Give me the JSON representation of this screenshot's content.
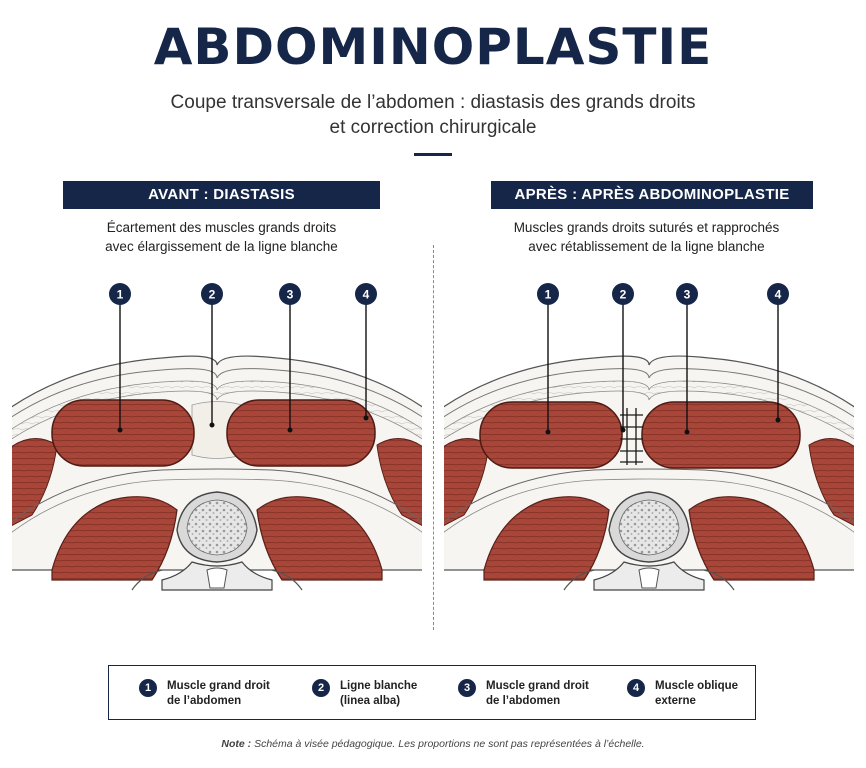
{
  "title": "ABDOMINOPLASTIE",
  "subtitle": {
    "line1": "Coupe transversale de l’abdomen : diastasis des grands droits",
    "line2": "et correction chirurgicale"
  },
  "panels": [
    {
      "header": "AVANT : DIASTASIS",
      "desc_line1": "Écartement des muscles grands droits",
      "desc_line2": "avec élargissement de la ligne blanche"
    },
    {
      "header": "APRÈS : APRÈS ABDOMINOPLASTIE",
      "desc_line1": "Muscles grands droits suturés et rapprochés",
      "desc_line2": "avec rétablissement de la ligne blanche"
    }
  ],
  "markers": [
    "1",
    "2",
    "3",
    "4"
  ],
  "legend": [
    {
      "num": "1",
      "line1": "Muscle grand droit",
      "line2": "de l’abdomen"
    },
    {
      "num": "2",
      "line1": "Ligne blanche",
      "line2": "(linea alba)"
    },
    {
      "num": "3",
      "line1": "Muscle grand droit",
      "line2": "de l’abdomen"
    },
    {
      "num": "4",
      "line1": "Muscle oblique",
      "line2": "externe"
    }
  ],
  "note": {
    "label": "Note :",
    "text": " Schéma à visée pédagogique. Les proportions ne sont pas représentées à l’échelle."
  },
  "colors": {
    "navy": "#152648",
    "muscle": "#a8463a",
    "muscle_dark": "#7e2c22",
    "fascia": "#f4f1ec",
    "bone": "#dcdcdc"
  }
}
